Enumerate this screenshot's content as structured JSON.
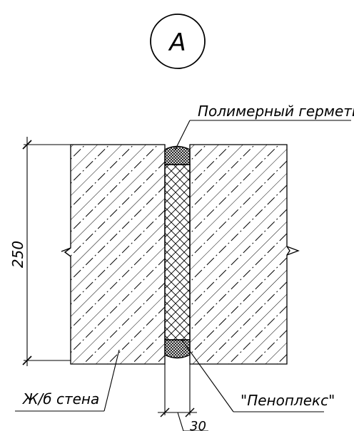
{
  "drawing": {
    "view_marker": "А",
    "dimensions": {
      "wall_height": "250",
      "gap_width": "30"
    },
    "callouts": {
      "sealant": "Полимерный герметик",
      "insulation": "\"Пеноплекс\"",
      "wall": "Ж/б стена"
    },
    "materials": {
      "wall": "reinforced-concrete",
      "joint_fill": "extruded-polystyrene-foam",
      "joint_seal": "polymer-sealant"
    }
  }
}
